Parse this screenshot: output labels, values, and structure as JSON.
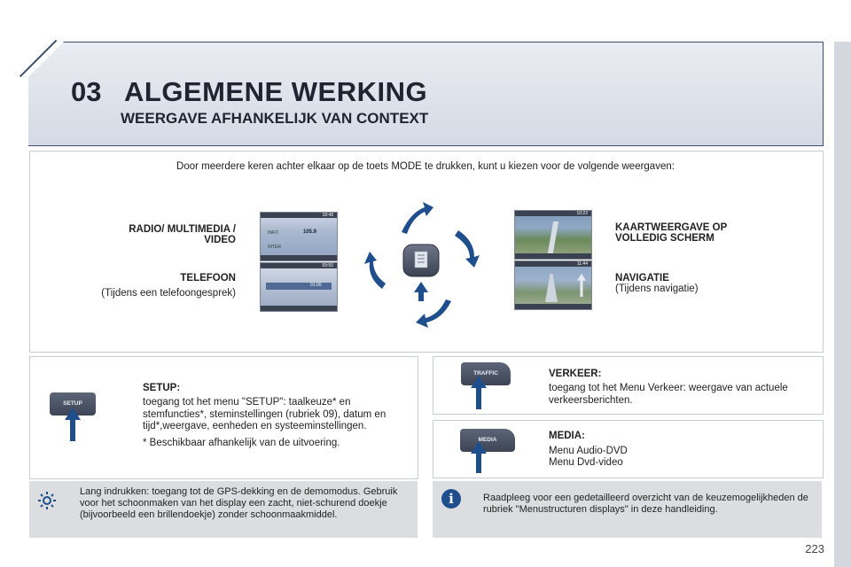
{
  "header": {
    "chapter": "03",
    "title": "ALGEMENE WERKING",
    "subtitle": "WEERGAVE AFHANKELIJK VAN CONTEXT"
  },
  "intro": "Door meerdere keren achter elkaar op de toets MODE te drukken, kunt u kiezen voor de volgende weergaven:",
  "modes": {
    "radio_line1": "RADIO/ MULTIMEDIA /",
    "radio_line2": "VIDEO",
    "phone_title": "TELEFOON",
    "phone_sub": "(Tijdens een telefoongesprek)",
    "map_line1": "KAARTWEERGAVE OP",
    "map_line2": "VOLLEDIG SCHERM",
    "nav_title": "NAVIGATIE",
    "nav_sub": "(Tijdens navigatie)"
  },
  "screens": {
    "radio_time": "18:48",
    "radio_freq": "105.9",
    "radio_info": "INFO",
    "radio_inter": "INTER",
    "phone_time": "09:50",
    "phone_time2": "01:00",
    "map_time": "10:22",
    "nav_time": "11:44"
  },
  "setup": {
    "button_label": "SETUP",
    "title": "SETUP:",
    "text": "toegang tot het menu \"SETUP\": taalkeuze* en stemfuncties*, steminstellingen (rubriek 09), datum en tijd*,weergave, eenheden en systeeminstellingen.",
    "footnote": "* Beschikbaar afhankelijk van de uitvoering."
  },
  "traffic": {
    "button_label": "TRAFFIC",
    "title": "VERKEER:",
    "text": "toegang tot het Menu Verkeer: weergave van actuele verkeersberichten."
  },
  "media": {
    "button_label": "MEDIA",
    "title": "MEDIA:",
    "line1": "Menu Audio-DVD",
    "line2": "Menu Dvd-video"
  },
  "tip": {
    "text": "Lang indrukken: toegang tot de GPS-dekking en de demomodus. Gebruik voor het schoonmaken van het display een zacht, niet-schurend doekje (bijvoorbeeld een brillendoekje) zonder schoonmaakmiddel."
  },
  "info": {
    "text": "Raadpleeg voor een gedetailleerd overzicht van de keuzemogelijkheden de rubriek \"Menustructuren displays\" in deze handleiding."
  },
  "page_number": "223",
  "colors": {
    "arrow_blue": "#1f4e8c",
    "frame": "#3a4f6e",
    "note_grey": "#dcdde0"
  }
}
